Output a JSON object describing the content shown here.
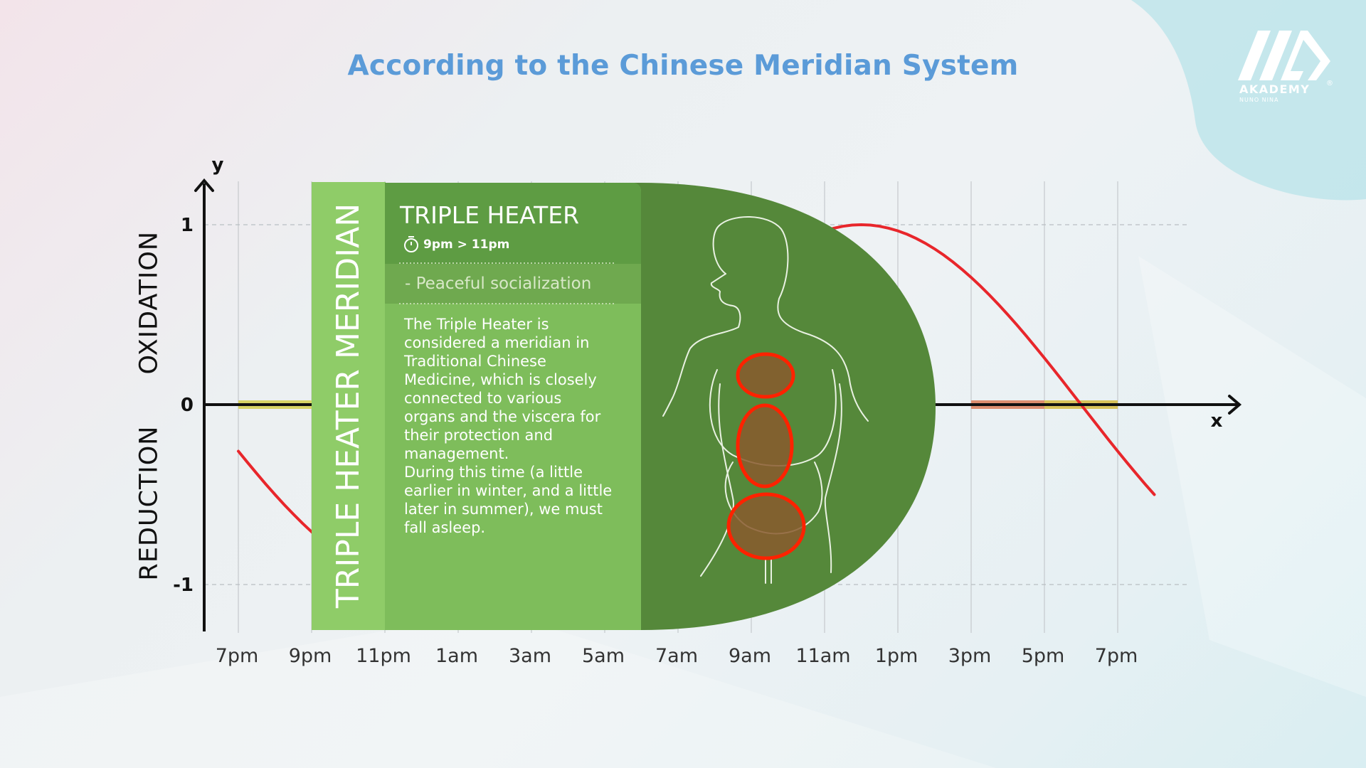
{
  "title": "According to the Chinese Meridian System",
  "logo": {
    "name": "AKADEMY",
    "registered": "®",
    "subtitle": "NUNO NINA",
    "icon": "akademy-logo-icon"
  },
  "axis_words": {
    "upper": "OXIDATION",
    "lower": "REDUCTION"
  },
  "card": {
    "band_label": "TRIPLE HEATER MERIDIAN",
    "title": "TRIPLE HEATER",
    "time": "9pm > 11pm",
    "time_icon": "stopwatch-icon",
    "subtitle": "- Peaceful socialization",
    "body": "The Triple Heater is\nconsidered a meridian in\nTraditional Chinese\nMedicine, which is closely\nconnected to various\norgans and the viscera for\ntheir protection and\nmanagement.\nDuring this time (a little\nearlier in winter, and a little\nlater in summer), we must\nfall asleep.",
    "illustration": "human-torso-organs-icon",
    "colors": {
      "band": "#8fcc68",
      "panel": "#7ebd5b",
      "header": "#5e9c43",
      "shape": "#55883a",
      "highlight": "#ff2200"
    }
  },
  "chart_data": {
    "type": "line",
    "xlabel": "x",
    "ylabel": "y",
    "ylim": [
      -1,
      1
    ],
    "y_ticks": [
      "1",
      "0",
      "-1"
    ],
    "x_ticks": [
      "7pm",
      "9pm",
      "11pm",
      "1am",
      "3am",
      "5am",
      "7am",
      "9am",
      "11am",
      "1pm",
      "3pm",
      "5pm",
      "7pm"
    ],
    "x_hours_since_7pm": [
      0,
      2,
      4,
      6,
      8,
      10,
      12,
      14,
      16,
      18,
      20,
      22,
      24
    ],
    "series": [
      {
        "x_hours_since_7pm": [
          -1,
          0,
          1,
          2,
          3,
          4,
          5,
          6,
          7,
          8,
          9,
          10,
          11,
          12,
          13,
          14,
          15,
          16,
          17,
          18,
          19,
          20,
          21,
          22,
          23,
          24,
          25
        ],
        "values": [
          0.0,
          -0.26,
          -0.5,
          -0.71,
          -0.87,
          -0.97,
          -1.0,
          -0.97,
          -0.87,
          -0.71,
          -0.5,
          -0.26,
          0.0,
          0.26,
          0.5,
          0.71,
          0.87,
          0.97,
          1.0,
          0.97,
          0.87,
          0.71,
          0.5,
          0.26,
          0.0,
          -0.26,
          -0.5
        ],
        "color": "#e8262b"
      }
    ],
    "x_axis_bands": [
      {
        "from": 0,
        "to": 2,
        "color": "#d8d465"
      },
      {
        "from": 20,
        "to": 22,
        "color": "#dc8d6f"
      },
      {
        "from": 22,
        "to": 24,
        "color": "#d8c25a"
      }
    ],
    "grid": true,
    "axis_colors": {
      "axis": "#111111",
      "grid": "#c5c9cc",
      "tick_label": "#333333"
    }
  }
}
